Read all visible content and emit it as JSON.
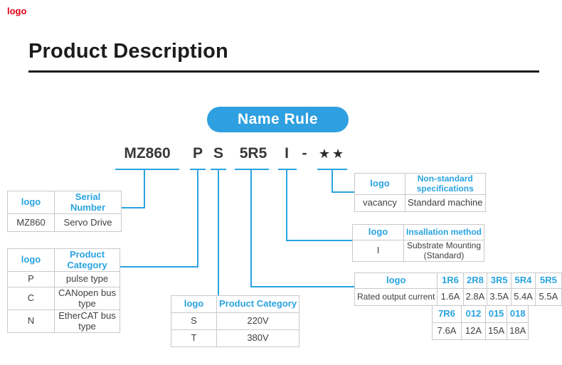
{
  "page": {
    "accent": "#29a3e0",
    "pill_bg": "#2e9fe0",
    "heading_color": "#1c1c1c",
    "text_dark": "#3f3f3f",
    "border_color": "#c9c9c9",
    "watermark_color": "#e60012"
  },
  "watermark": {
    "label": "logo"
  },
  "header": {
    "title": "Product Description"
  },
  "name_rule": {
    "label": "Name Rule"
  },
  "model": {
    "tokens": [
      "MZ860",
      "P",
      "S",
      "5R5",
      "I",
      "-",
      "★★"
    ]
  },
  "tables": {
    "serial": {
      "headers": [
        "logo",
        "Serial Number"
      ],
      "rows": [
        [
          "MZ860",
          "Servo Drive"
        ]
      ]
    },
    "product_category": {
      "headers": [
        "logo",
        "Product Category"
      ],
      "rows": [
        [
          "P",
          "pulse type"
        ],
        [
          "C",
          "CANopen bus type"
        ],
        [
          "N",
          "EtherCAT bus type"
        ]
      ]
    },
    "voltage": {
      "headers": [
        "logo",
        "Product Category"
      ],
      "rows": [
        [
          "S",
          "220V"
        ],
        [
          "T",
          "380V"
        ]
      ]
    },
    "nonstandard": {
      "headers": [
        "logo",
        "Non-standard specifications"
      ],
      "rows": [
        [
          "vacancy",
          "Standard machine"
        ]
      ]
    },
    "installation": {
      "headers": [
        "logo",
        "Insallation method"
      ],
      "rows": [
        [
          "I",
          "Substrate Mounting (Standard)"
        ]
      ]
    },
    "rated_current": {
      "logo_label": "logo",
      "row_label": "Rated output current",
      "codes_top": [
        "1R6",
        "2R8",
        "3R5",
        "5R4",
        "5R5"
      ],
      "values_top": [
        "1.6A",
        "2.8A",
        "3.5A",
        "5.4A",
        "5.5A"
      ],
      "codes_bottom": [
        "7R6",
        "012",
        "015",
        "018"
      ],
      "values_bottom": [
        "7.6A",
        "12A",
        "15A",
        "18A"
      ]
    }
  }
}
